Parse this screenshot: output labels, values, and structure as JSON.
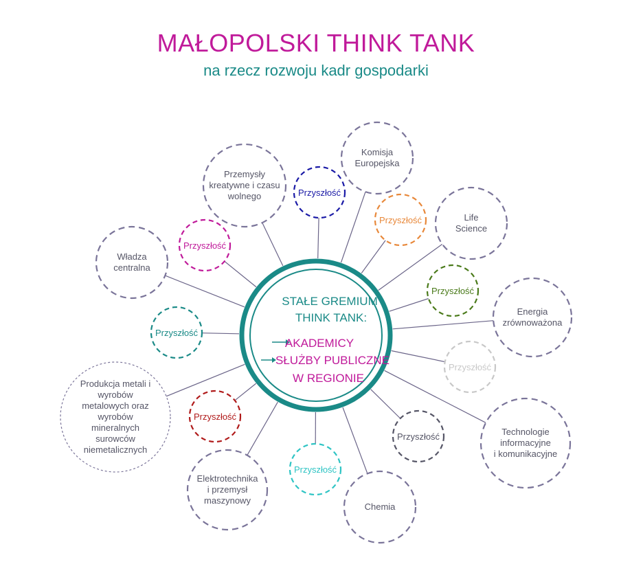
{
  "header": {
    "title": "MAŁOPOLSKI THINK TANK",
    "subtitle": "na rzecz rozwoju kadr gospodarki"
  },
  "center": {
    "line1": "STAŁE GREMIUM",
    "line2": "THINK TANK:",
    "item1": "AKADEMICY",
    "item2": "SŁUŻBY PUBLICZNE",
    "item3": "W REGIONIE",
    "color": "#1a8a87",
    "accent": "#c01a9a"
  },
  "sectors": [
    {
      "id": "komisja",
      "lines": [
        "Komisja",
        "Europejska"
      ]
    },
    {
      "id": "life",
      "lines": [
        "Life",
        "Science"
      ]
    },
    {
      "id": "energia",
      "lines": [
        "Energia",
        "zrównoważona"
      ]
    },
    {
      "id": "technologie",
      "lines": [
        "Technologie",
        "informacyjne",
        "i komunikacyjne"
      ]
    },
    {
      "id": "chemia",
      "lines": [
        "Chemia"
      ]
    },
    {
      "id": "elektro",
      "lines": [
        "Elektrotechnika",
        "i przemysł",
        "maszynowy"
      ]
    },
    {
      "id": "produkcja",
      "lines": [
        "Produkcja metali i",
        "wyrobów",
        "metalowych oraz",
        "wyrobów",
        "mineralnych",
        "surowców",
        "niemetalicznych"
      ]
    },
    {
      "id": "wladza",
      "lines": [
        "Władza",
        "centralna"
      ]
    },
    {
      "id": "przemysly",
      "lines": [
        "Przemysły",
        "kreatywne i czasu",
        "wolnego"
      ]
    }
  ],
  "future": {
    "label": "Przyszłość",
    "items": [
      {
        "id": "f-blue",
        "color": "#1a1aa6"
      },
      {
        "id": "f-orange",
        "color": "#e8883a"
      },
      {
        "id": "f-green",
        "color": "#4a7a1a"
      },
      {
        "id": "f-lightgray",
        "color": "#c8c8c8"
      },
      {
        "id": "f-gray",
        "color": "#555566"
      },
      {
        "id": "f-cyan",
        "color": "#2ec4c4"
      },
      {
        "id": "f-red",
        "color": "#b01a1a"
      },
      {
        "id": "f-teal",
        "color": "#1a8a87"
      },
      {
        "id": "f-magenta",
        "color": "#c01a9a"
      }
    ]
  },
  "colors": {
    "sector_border": "#7a7499",
    "connector": "#6a6488"
  }
}
